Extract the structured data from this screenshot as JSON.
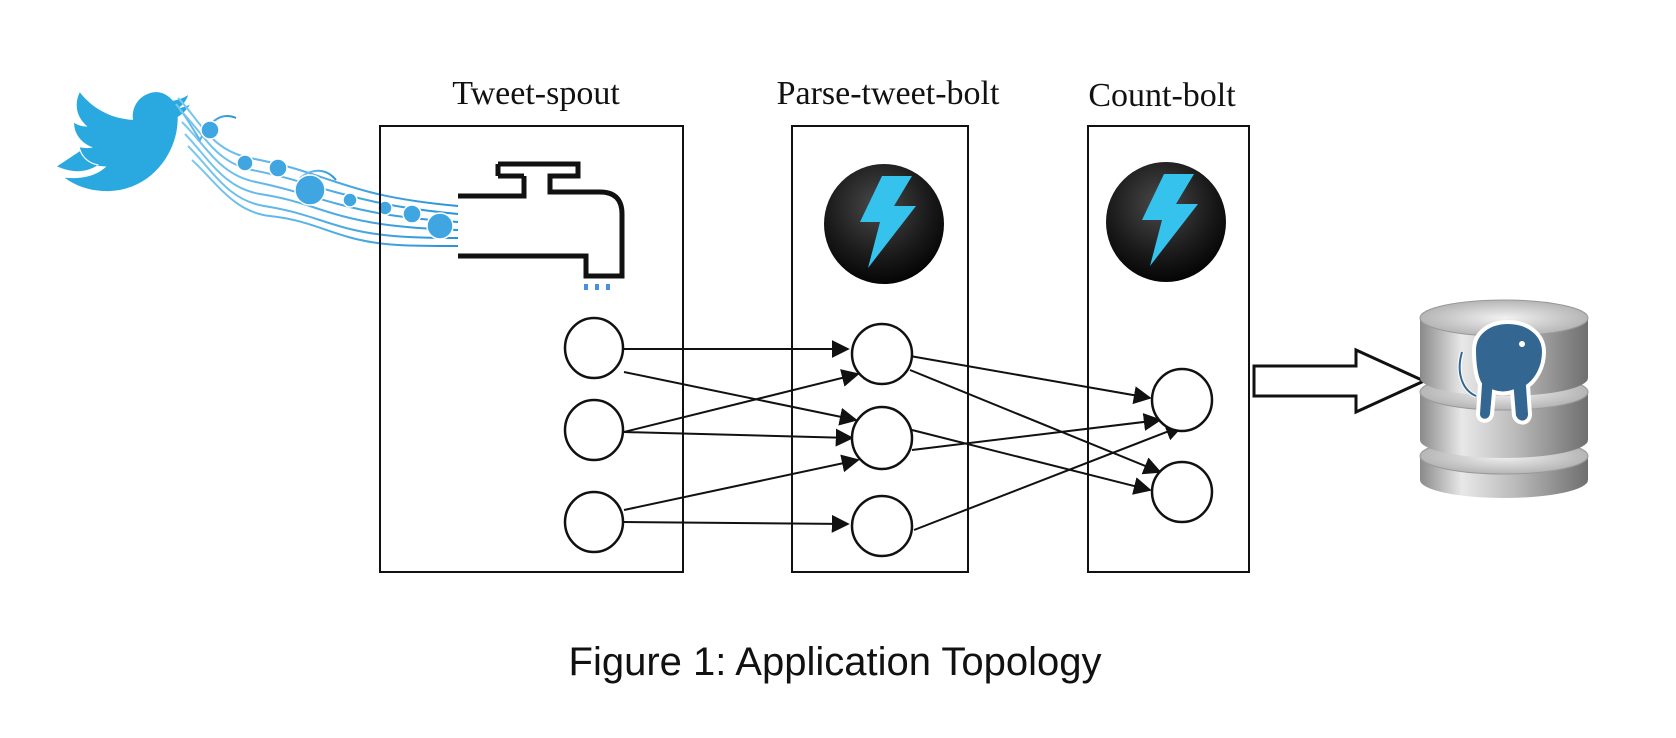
{
  "diagram": {
    "components": [
      {
        "id": "tweet-spout",
        "label": "Tweet-spout",
        "icon": "faucet-icon"
      },
      {
        "id": "parse-tweet-bolt",
        "label": "Parse-tweet-bolt",
        "icon": "lightning-bolt-icon"
      },
      {
        "id": "count-bolt",
        "label": "Count-bolt",
        "icon": "lightning-bolt-icon"
      }
    ],
    "source_icon": "twitter-bird-icon",
    "sink_icon": "postgresql-database-icon",
    "caption": "Figure 1: Application Topology",
    "colors": {
      "twitter_blue": "#2aa9e0",
      "bolt_blue": "#35c2ec",
      "postgres_blue": "#336791",
      "ink": "#111111"
    }
  }
}
